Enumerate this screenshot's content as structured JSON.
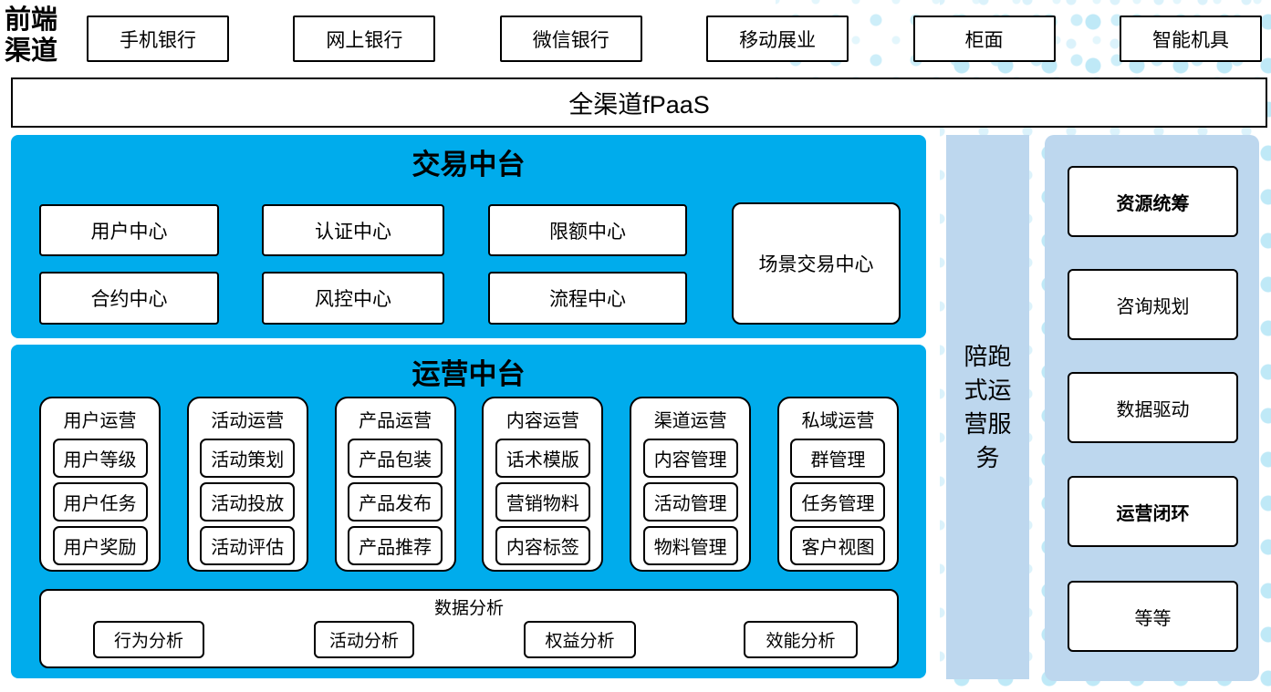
{
  "front_channels": {
    "label": "前端渠道",
    "items": [
      "手机银行",
      "网上银行",
      "微信银行",
      "移动展业",
      "柜面",
      "智能机具"
    ]
  },
  "fpaas": {
    "label": "全渠道fPaaS"
  },
  "trade_platform": {
    "title": "交易中台",
    "row1": [
      "用户中心",
      "认证中心",
      "限额中心"
    ],
    "row2": [
      "合约中心",
      "风控中心",
      "流程中心"
    ],
    "scene_center": "场景交易中心"
  },
  "ops_platform": {
    "title": "运营中台",
    "columns": [
      {
        "header": "用户运营",
        "items": [
          "用户等级",
          "用户任务",
          "用户奖励"
        ]
      },
      {
        "header": "活动运营",
        "items": [
          "活动策划",
          "活动投放",
          "活动评估"
        ]
      },
      {
        "header": "产品运营",
        "items": [
          "产品包装",
          "产品发布",
          "产品推荐"
        ]
      },
      {
        "header": "内容运营",
        "items": [
          "话术模版",
          "营销物料",
          "内容标签"
        ]
      },
      {
        "header": "渠道运营",
        "items": [
          "内容管理",
          "活动管理",
          "物料管理"
        ]
      },
      {
        "header": "私域运营",
        "items": [
          "群管理",
          "任务管理",
          "客户视图"
        ]
      }
    ],
    "data_analysis": {
      "title": "数据分析",
      "items": [
        "行为分析",
        "活动分析",
        "权益分析",
        "效能分析"
      ]
    }
  },
  "side_service": {
    "label": "陪跑式运营服务"
  },
  "right_panel": {
    "items": [
      {
        "label": "资源统筹",
        "bold": true
      },
      {
        "label": "咨询规划",
        "bold": false
      },
      {
        "label": "数据驱动",
        "bold": false
      },
      {
        "label": "运营闭环",
        "bold": true
      },
      {
        "label": "等等",
        "bold": false
      }
    ]
  },
  "colors": {
    "primary_blue": "#00ACEC",
    "panel_light_blue": "#BDD7EE",
    "dot_light": "#DBF2FB",
    "dot_medium": "#BFE9F7",
    "box_border": "#000000"
  }
}
